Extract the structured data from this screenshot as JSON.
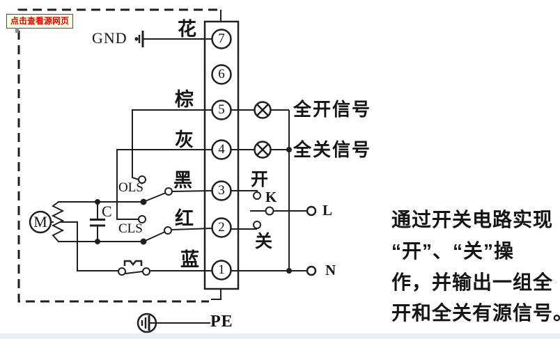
{
  "source_link": {
    "label": "点击查看源网页"
  },
  "diagram": {
    "gnd_label": "GND",
    "wires": {
      "w7": "花",
      "w5": "棕",
      "w4": "灰",
      "w3": "黑",
      "w2": "红",
      "w1": "蓝"
    },
    "terminals": [
      "7",
      "6",
      "5",
      "4",
      "3",
      "2",
      "1"
    ],
    "limit_switches": {
      "ols": "OLS",
      "cls": "CLS"
    },
    "motor_label": "M",
    "capacitor_label": "C",
    "selector": {
      "name": "K",
      "open": "开",
      "close": "关"
    },
    "signals": {
      "full_open": "全开信号",
      "full_close": "全关信号"
    },
    "power": {
      "line": "L",
      "neutral": "N",
      "pe": "PE"
    }
  },
  "note": {
    "lines": [
      "通过开关电路实现",
      "“开”、“关”操",
      "作，并输出一组全",
      "开和全关有源信号。"
    ]
  },
  "colors": {
    "stroke": "#1f1f1f",
    "watermark_bg": "#ffffe1",
    "watermark_text": "#e10000",
    "bottom_strip": "#e7eef6"
  }
}
